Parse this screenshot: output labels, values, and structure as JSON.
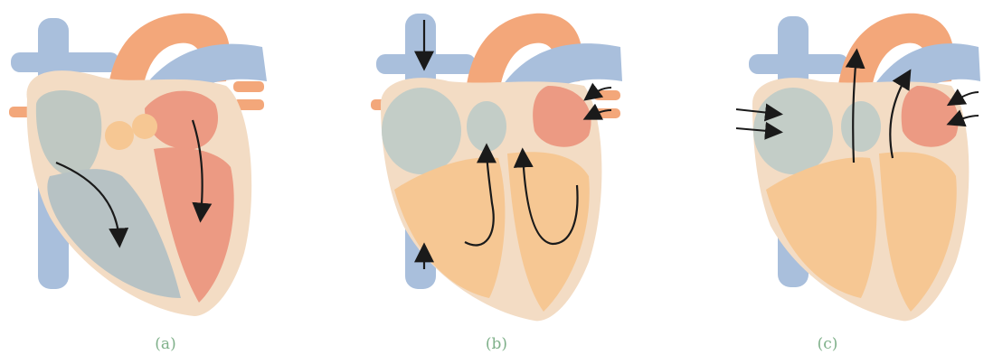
{
  "panels": [
    {
      "label": "(a)"
    },
    {
      "label": "(b)"
    },
    {
      "label": "(c)"
    }
  ],
  "colors": {
    "vein_blue": "#a9bfdc",
    "vein_blue_dark": "#7f9dc6",
    "artery_orange": "#f3a77a",
    "muscle_wall": "#f3dcc4",
    "chamber_gray": "#bfc8c2",
    "ventricle_orange": "#f6c793",
    "ventricle_red": "#ec9a83",
    "label_green": "#7fb08a",
    "arrow": "#1a1a1a"
  },
  "icons": [
    "heart-cross-section",
    "blood-flow-arrow"
  ]
}
